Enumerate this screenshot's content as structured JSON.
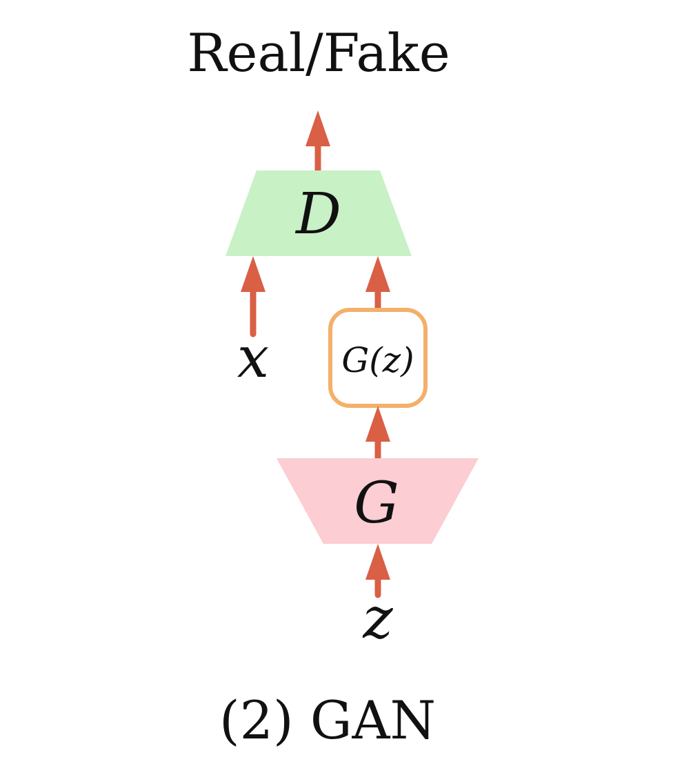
{
  "diagram": {
    "output_label": "Real/Fake",
    "discriminator_label": "D",
    "generator_label": "G",
    "real_input_label": "x",
    "generated_sample_label": "G(z)",
    "noise_label": "z",
    "caption": "(2) GAN"
  },
  "colors": {
    "arrow": "#d95f45",
    "discriminator_fill": "#c8f1c6",
    "generator_fill": "#fccdd2",
    "sample_border": "#f3b06a",
    "text": "#111111"
  }
}
